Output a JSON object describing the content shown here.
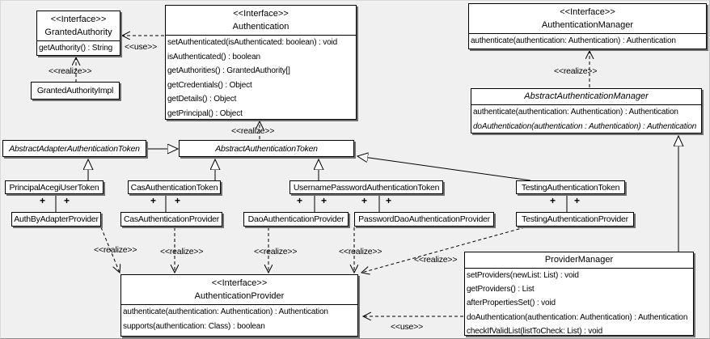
{
  "colors": {
    "background": "#f0f0f0",
    "box_fill": "#ffffff",
    "line": "#000000",
    "shadow": "#707070"
  },
  "labels": {
    "use": "<<use>>",
    "realize": "<<realize>>",
    "plus": "+",
    "interface_stereotype": "<<Interface>>"
  },
  "classes": {
    "granted_authority": {
      "stereotype": "<<Interface>>",
      "name": "GrantedAuthority",
      "methods": [
        "getAuthority() : String"
      ]
    },
    "granted_authority_impl": {
      "name": "GrantedAuthorityImpl"
    },
    "authentication": {
      "stereotype": "<<Interface>>",
      "name": "Authentication",
      "methods": [
        "setAuthenticated(isAuthenticated: boolean) : void",
        "isAuthenticated() : boolean",
        "getAuthorities() : GrantedAuthority[]",
        "getCredentials() : Object",
        "getDetails() : Object",
        "getPrincipal() : Object"
      ]
    },
    "authentication_manager": {
      "stereotype": "<<Interface>>",
      "name": "AuthenticationManager",
      "methods": [
        "authenticate(authentication: Authentication) : Authentication"
      ]
    },
    "abstract_authentication_manager": {
      "name": "AbstractAuthenticationManager",
      "methods": [
        "authenticate(authentication: Authentication) : Authentication",
        "doAuthentication(authentication : Authentication) : Authentication"
      ]
    },
    "abstract_adapter_authentication_token": {
      "name": "AbstractAdapterAuthenticationToken"
    },
    "abstract_authentication_token": {
      "name": "AbstractAuthenticationToken"
    },
    "principal_acegi_user_token": {
      "name": "PrincipalAcegiUserToken"
    },
    "cas_authentication_token": {
      "name": "CasAuthenticationToken"
    },
    "username_password_authentication_token": {
      "name": "UsernamePasswordAuthenticationToken"
    },
    "testing_authentication_token": {
      "name": "TestingAuthenticationToken"
    },
    "auth_by_adapter_provider": {
      "name": "AuthByAdapterProvider"
    },
    "cas_authentication_provider": {
      "name": "CasAuthenticationProvider"
    },
    "dao_authentication_provider": {
      "name": "DaoAuthenticationProvider"
    },
    "password_dao_authentication_provider": {
      "name": "PasswordDaoAuthenticationProvider"
    },
    "testing_authentication_provider": {
      "name": "TestingAuthenticationProvider"
    },
    "authentication_provider": {
      "stereotype": "<<Interface>>",
      "name": "AuthenticationProvider",
      "methods": [
        "authenticate(authentication: Authentication) : Authentication",
        "supports(authentication: Class) : boolean"
      ]
    },
    "provider_manager": {
      "name": "ProviderManager",
      "methods": [
        "setProviders(newList: List) : void",
        "getProviders() : List",
        "afterPropertiesSet() : void",
        "doAuthentication(authentication: Authentication) : Authentication",
        "checkIfValidList(listToCheck: List) : void"
      ]
    }
  }
}
